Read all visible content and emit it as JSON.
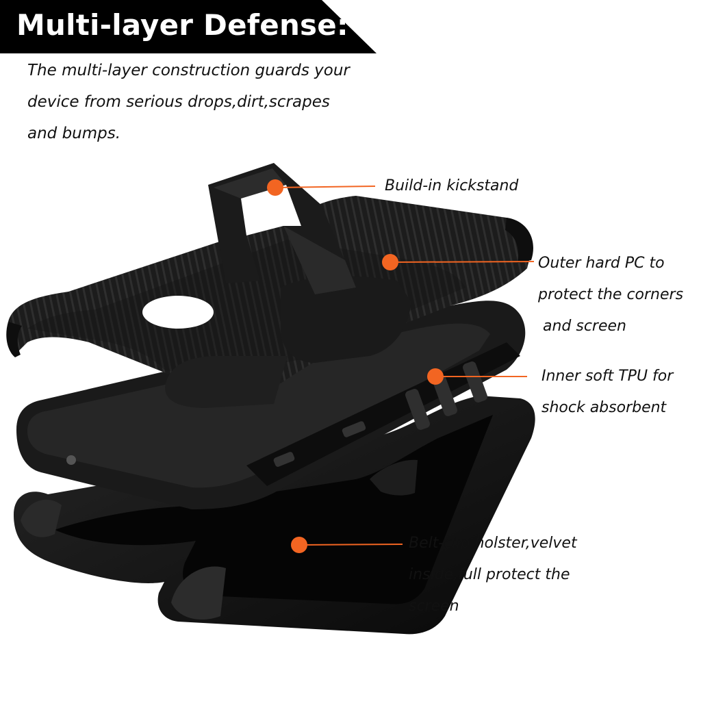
{
  "header": {
    "title": "Multi-layer Defense:",
    "banner_color": "#000000"
  },
  "intro": {
    "lines": [
      "The multi-layer construction guards your",
      "device from serious drops,dirt,scrapes",
      "and bumps."
    ]
  },
  "callouts": [
    {
      "id": "kickstand",
      "lines": [
        "Build-in kickstand"
      ]
    },
    {
      "id": "outer-pc",
      "lines": [
        "Outer hard PC to",
        "protect the corners",
        " and screen"
      ]
    },
    {
      "id": "inner-tpu",
      "lines": [
        "Inner soft TPU for",
        "shock absorbent"
      ]
    },
    {
      "id": "holster",
      "lines": [
        "Belt-clip holster,velvet",
        "inside,full protect the",
        "screen"
      ]
    }
  ],
  "colors": {
    "accent": "#f26522",
    "case": "#141414",
    "case_highlight": "#3a3a3a",
    "text": "#111111"
  },
  "icons": {
    "marker": "orange-dot-marker"
  }
}
